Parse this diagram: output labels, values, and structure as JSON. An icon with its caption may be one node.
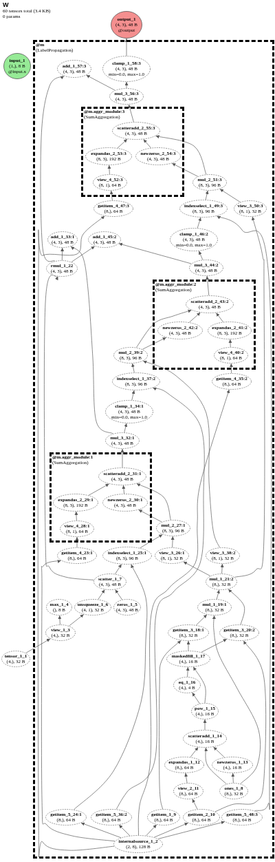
{
  "diagram": {
    "title": "W",
    "labels": [
      "60 tensors total (3.4 KB)",
      "0 params"
    ],
    "nodes": [
      {
        "text": [
          "output_1",
          "(4, 3), 48 B",
          "@output"
        ]
      },
      {
        "text": [
          "input_1",
          "(1,), 8 B",
          "@input.x"
        ]
      },
      {
        "text": [
          "@m",
          "(LabelPropagation)"
        ]
      },
      {
        "text": [
          "add_1_57:3",
          "(4, 3), 48 B"
        ],
        "in": 2
      },
      {
        "text": [
          "clamp_1_58:3",
          "(4, 3), 48 B",
          "min=0.0, max=1.0"
        ],
        "in": 2
      },
      {
        "text": [
          "mul_3_56:3",
          "(4, 3), 48 B"
        ],
        "in": 2
      },
      {
        "text": [
          "@m.aggr_module:3",
          "(SumAggregation)"
        ],
        "in": 2
      },
      {
        "text": [
          "scatteradd_2_55:3",
          "(4, 3), 48 B"
        ],
        "in": 6
      },
      {
        "text": [
          "expandas_2_53:3",
          "(8, 3), 192 B"
        ],
        "in": 6
      },
      {
        "text": [
          "newzeros_2_54:3",
          "(4, 3), 48 B"
        ],
        "in": 6
      },
      {
        "text": [
          "view_4_52:3",
          "(8, 1), 64 B"
        ],
        "in": 6
      },
      {
        "text": [
          "mul_2_51:3",
          "(8, 3), 96 B"
        ],
        "in": 2
      },
      {
        "text": [
          "getitem_4_47:3",
          "(8,), 64 B"
        ],
        "in": 2
      },
      {
        "text": [
          "indexselect_1_49:3",
          "(8, 3), 96 B"
        ],
        "in": 2
      },
      {
        "text": [
          "view_3_50:3",
          "(8, 1), 32 B"
        ],
        "in": 2
      },
      {
        "text": [
          "add_1_33:1",
          "(4, 3), 48 B"
        ],
        "in": 2
      },
      {
        "text": [
          "add_1_45:2",
          "(4, 3), 48 B"
        ],
        "in": 2
      },
      {
        "text": [
          "clamp_1_46:2",
          "(4, 3), 48 B",
          "min=0.0, max=1.0"
        ],
        "in": 2
      },
      {
        "text": [
          "rmul_1_22",
          "(4, 3), 48 B"
        ],
        "in": 2
      },
      {
        "text": [
          "mul_3_44:2",
          "(4, 3), 48 B"
        ],
        "in": 2
      },
      {
        "text": [
          "@m.aggr_module:2",
          "(SumAggregation)"
        ],
        "in": 2
      },
      {
        "text": [
          "scatteradd_2_43:2",
          "(4, 3), 48 B"
        ],
        "in": 20
      },
      {
        "text": [
          "newzeros_2_42:2",
          "(4, 3), 48 B"
        ],
        "in": 20
      },
      {
        "text": [
          "expandas_2_41:2",
          "(8, 3), 192 B"
        ],
        "in": 20
      },
      {
        "text": [
          "view_4_40:2",
          "(8, 1), 64 B"
        ],
        "in": 20
      },
      {
        "text": [
          "mul_2_39:2",
          "(8, 3), 96 B"
        ],
        "in": 2
      },
      {
        "text": [
          "indexselect_1_37:2",
          "(8, 3), 96 B"
        ],
        "in": 2
      },
      {
        "text": [
          "getitem_4_35:2",
          "(8,), 64 B"
        ],
        "in": 2
      },
      {
        "text": [
          "clamp_1_34:1",
          "(4, 3), 48 B",
          "min=0.0, max=1.0"
        ],
        "in": 2
      },
      {
        "text": [
          "mul_3_32:1",
          "(4, 3), 48 B"
        ],
        "in": 2
      },
      {
        "text": [
          "@m.aggr_module:1",
          "(SumAggregation)"
        ],
        "in": 2
      },
      {
        "text": [
          "scatteradd_2_31:1",
          "(4, 3), 48 B"
        ],
        "in": 30
      },
      {
        "text": [
          "expandas_2_29:1",
          "(8, 3), 192 B"
        ],
        "in": 30
      },
      {
        "text": [
          "newzeros_2_30:1",
          "(4, 3), 48 B"
        ],
        "in": 30
      },
      {
        "text": [
          "view_4_28:1",
          "(8, 1), 64 B"
        ],
        "in": 30
      },
      {
        "text": [
          "mul_2_27:1",
          "(8, 3), 96 B"
        ],
        "in": 2
      },
      {
        "text": [
          "getitem_4_23:1",
          "(8,), 64 B"
        ],
        "in": 2
      },
      {
        "text": [
          "indexselect_1_25:1",
          "(8, 3), 96 B"
        ],
        "in": 2
      },
      {
        "text": [
          "view_3_26:1",
          "(8, 1), 32 B"
        ],
        "in": 2
      },
      {
        "text": [
          "view_3_38:2",
          "(8, 1), 32 B"
        ],
        "in": 2
      },
      {
        "text": [
          "scatter_1_7",
          "(4, 3), 48 B"
        ],
        "in": 2
      },
      {
        "text": [
          "mul_1_21:2",
          "(8,), 32 B"
        ],
        "in": 2
      },
      {
        "text": [
          "max_1_4",
          "(), 8 B"
        ],
        "in": 2
      },
      {
        "text": [
          "unsqueeze_1_6",
          "(4, 1), 32 B"
        ],
        "in": 2
      },
      {
        "text": [
          "zeros_1_5",
          "(4, 3), 48 B"
        ],
        "in": 2
      },
      {
        "text": [
          "mul_1_19:1",
          "(8,), 32 B"
        ],
        "in": 2
      },
      {
        "text": [
          "view_1_3",
          "(4,), 32 B"
        ],
        "in": 2
      },
      {
        "text": [
          "getitem_3_18:1",
          "(8,), 32 B"
        ],
        "in": 2
      },
      {
        "text": [
          "getitem_3_20:2",
          "(8,), 32 B"
        ],
        "in": 2
      },
      {
        "text": [
          "tensor_1_1",
          "(4,), 32 B"
        ]
      },
      {
        "text": [
          "maskedfill_1_17",
          "(4,), 16 B"
        ],
        "in": 2
      },
      {
        "text": [
          "eq_1_16",
          "(4,), 4 B"
        ],
        "in": 2
      },
      {
        "text": [
          "pow_1_15",
          "(4,), 16 B"
        ],
        "in": 2
      },
      {
        "text": [
          "scatteradd_1_14",
          "(4,), 16 B"
        ],
        "in": 2
      },
      {
        "text": [
          "expandas_1_12",
          "(8,), 64 B"
        ],
        "in": 2
      },
      {
        "text": [
          "newzeros_1_13",
          "(4,), 16 B"
        ],
        "in": 2
      },
      {
        "text": [
          "view_2_11",
          "(8,), 64 B"
        ],
        "in": 2
      },
      {
        "text": [
          "ones_1_8",
          "(8,), 32 B"
        ],
        "in": 2
      },
      {
        "text": [
          "getitem_5_24:1",
          "(8,), 64 B"
        ],
        "in": 2
      },
      {
        "text": [
          "getitem_5_36:2",
          "(8,), 64 B"
        ],
        "in": 2
      },
      {
        "text": [
          "getitem_1_9",
          "(8,), 64 B"
        ],
        "in": 2
      },
      {
        "text": [
          "getitem_2_10",
          "(8,), 64 B"
        ],
        "in": 2
      },
      {
        "text": [
          "getitem_5_48:3",
          "(8,), 64 B"
        ],
        "in": 2
      },
      {
        "text": [
          "internalsource_1_2",
          "(2, 8), 128 B"
        ],
        "in": 2
      }
    ],
    "edges": [
      {
        "from": 63,
        "to": 60,
        "arrow": "to"
      },
      {
        "from": 63,
        "to": 61,
        "arrow": "to"
      },
      {
        "from": 63,
        "to": 58,
        "arrow": "to"
      },
      {
        "from": 63,
        "to": 59,
        "arrow": "to"
      },
      {
        "from": 63,
        "to": 62,
        "arrow": "to"
      },
      {
        "from": 63,
        "to": 36,
        "arrow": "to"
      },
      {
        "from": 63,
        "to": 27,
        "arrow": "to"
      },
      {
        "from": 63,
        "to": 12,
        "arrow": "to"
      },
      {
        "from": 49,
        "to": 46,
        "arrow": "to"
      },
      {
        "from": 46,
        "to": 42,
        "arrow": "to"
      },
      {
        "from": 46,
        "to": 43,
        "arrow": "to"
      },
      {
        "from": 43,
        "to": 40,
        "arrow": "to"
      },
      {
        "from": 44,
        "to": 40,
        "arrow": "to"
      },
      {
        "from": 40,
        "to": 18,
        "arrow": "to"
      },
      {
        "from": 40,
        "to": 37,
        "arrow": "to"
      },
      {
        "from": 58,
        "to": 37,
        "arrow": "to"
      },
      {
        "from": 57,
        "to": 55,
        "arrow": "to"
      },
      {
        "from": 57,
        "to": 53,
        "arrow": "to"
      },
      {
        "from": 61,
        "to": 56,
        "arrow": "to"
      },
      {
        "from": 56,
        "to": 54,
        "arrow": "to"
      },
      {
        "from": 54,
        "to": 53,
        "arrow": "to"
      },
      {
        "from": 55,
        "to": 53,
        "arrow": "to"
      },
      {
        "from": 53,
        "to": 52,
        "arrow": "to"
      },
      {
        "from": 52,
        "to": 51,
        "arrow": "to"
      },
      {
        "from": 52,
        "to": 50,
        "arrow": "to"
      },
      {
        "from": 51,
        "to": 50,
        "arrow": "to"
      },
      {
        "from": 50,
        "to": 47,
        "arrow": "to"
      },
      {
        "from": 60,
        "to": 47,
        "arrow": "to"
      },
      {
        "from": 50,
        "to": 48,
        "arrow": "to"
      },
      {
        "from": 61,
        "to": 48,
        "arrow": "to"
      },
      {
        "from": 47,
        "to": 45,
        "arrow": "to"
      },
      {
        "from": 57,
        "to": 45,
        "arrow": "to"
      },
      {
        "from": 45,
        "to": 41,
        "arrow": "to"
      },
      {
        "from": 48,
        "to": 41,
        "arrow": "to"
      },
      {
        "from": 41,
        "to": 38,
        "arrow": "to"
      },
      {
        "from": 41,
        "to": 39,
        "arrow": "to"
      },
      {
        "from": 41,
        "to": 14,
        "arrow": "to"
      },
      {
        "from": 36,
        "to": 34,
        "arrow": "to"
      },
      {
        "from": 34,
        "to": 32,
        "arrow": "to"
      },
      {
        "from": 37,
        "to": 35,
        "arrow": "to"
      },
      {
        "from": 38,
        "to": 35,
        "arrow": "to"
      },
      {
        "from": 35,
        "to": 33,
        "arrow": "to"
      },
      {
        "from": 32,
        "to": 31,
        "arrow": "to"
      },
      {
        "from": 33,
        "to": 31,
        "arrow": "to"
      },
      {
        "from": 35,
        "to": 31,
        "arrow": "to"
      },
      {
        "from": 31,
        "to": 29,
        "arrow": "to"
      },
      {
        "from": 18,
        "to": 15,
        "arrow": "to"
      },
      {
        "from": 29,
        "to": 15,
        "arrow": "to"
      },
      {
        "from": 29,
        "to": 28,
        "arrow": "to"
      },
      {
        "from": 28,
        "to": 26,
        "arrow": "to"
      },
      {
        "from": 59,
        "to": 26,
        "arrow": "to"
      },
      {
        "from": 27,
        "to": 24,
        "arrow": "to"
      },
      {
        "from": 24,
        "to": 23,
        "arrow": "to"
      },
      {
        "from": 26,
        "to": 25,
        "arrow": "to"
      },
      {
        "from": 39,
        "to": 25,
        "arrow": "to"
      },
      {
        "from": 25,
        "to": 22,
        "arrow": "to"
      },
      {
        "from": 23,
        "to": 21,
        "arrow": "to"
      },
      {
        "from": 22,
        "to": 21,
        "arrow": "to"
      },
      {
        "from": 25,
        "to": 21,
        "arrow": "to"
      },
      {
        "from": 21,
        "to": 19,
        "arrow": "to"
      },
      {
        "from": 18,
        "to": 16,
        "arrow": "to"
      },
      {
        "from": 19,
        "to": 16,
        "arrow": "to"
      },
      {
        "from": 19,
        "to": 17,
        "arrow": "to"
      },
      {
        "from": 17,
        "to": 13,
        "arrow": "to"
      },
      {
        "from": 62,
        "to": 13,
        "arrow": "to"
      },
      {
        "from": 12,
        "to": 10,
        "arrow": "to"
      },
      {
        "from": 10,
        "to": 8,
        "arrow": "to"
      },
      {
        "from": 13,
        "to": 11,
        "arrow": "to"
      },
      {
        "from": 14,
        "to": 11,
        "arrow": "to"
      },
      {
        "from": 11,
        "to": 9,
        "arrow": "to"
      },
      {
        "from": 8,
        "to": 7,
        "arrow": "to"
      },
      {
        "from": 9,
        "to": 7,
        "arrow": "to"
      },
      {
        "from": 11,
        "to": 7,
        "arrow": "to"
      },
      {
        "from": 7,
        "to": 5,
        "arrow": "to"
      },
      {
        "from": 18,
        "to": 3,
        "arrow": "to"
      },
      {
        "from": 5,
        "to": 3,
        "arrow": "to"
      },
      {
        "from": 5,
        "to": 4,
        "arrow": "to"
      },
      {
        "from": 4,
        "to": 0,
        "arrow": "to"
      }
    ]
  }
}
